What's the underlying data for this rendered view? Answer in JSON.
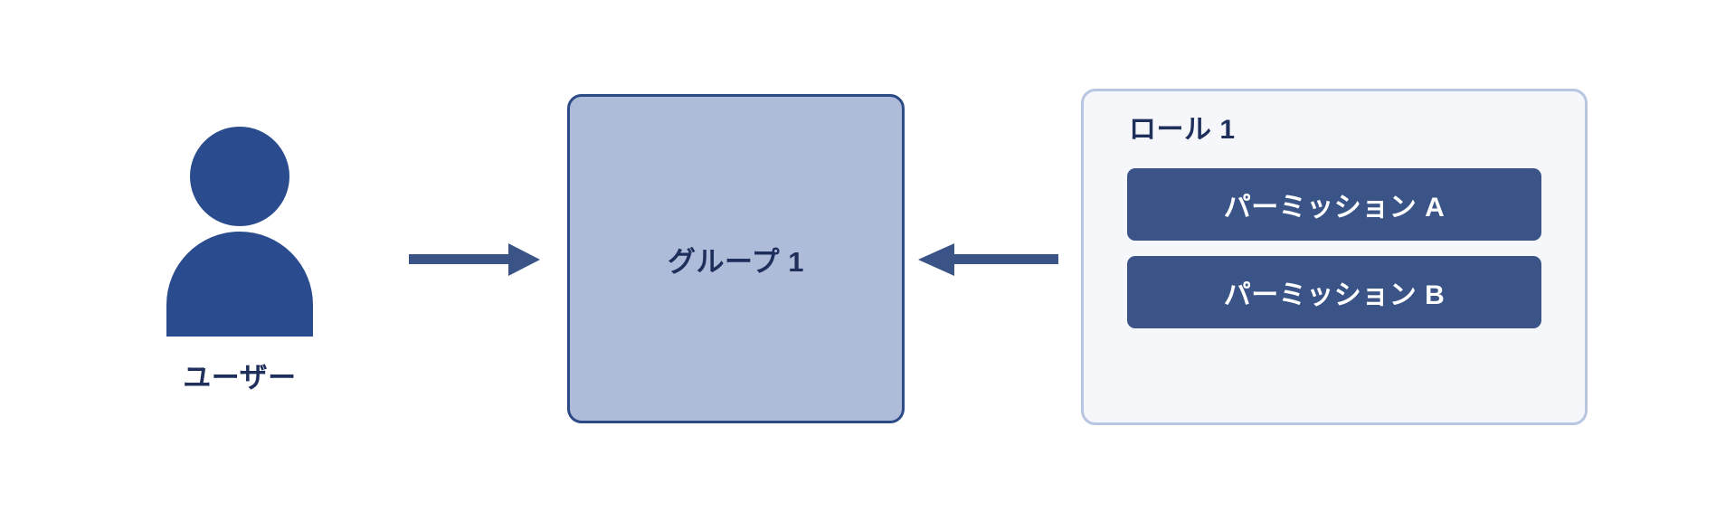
{
  "diagram": {
    "colors": {
      "actor_fill": "#2a4b8d",
      "arrow": "#3a5487",
      "group_fill": "#aebbd9",
      "group_border": "#2c4a86",
      "card_fill": "#f5f7fb",
      "card_border": "#b9c6e2",
      "chip_fill": "#3a5487",
      "chip_text": "#ffffff",
      "heading_text": "#1f2f5c",
      "background": "#ffffff"
    },
    "user": {
      "icon_name": "user-person-icon",
      "label": "ユーザー"
    },
    "arrows": [
      {
        "name": "arrow-user-to-group",
        "direction": "right",
        "from": "ユーザー",
        "to": "グループ 1"
      },
      {
        "name": "arrow-role-to-group",
        "direction": "left",
        "from": "ロール 1",
        "to": "グループ 1"
      }
    ],
    "group": {
      "label": "グループ 1"
    },
    "role": {
      "title": "ロール 1",
      "permissions": [
        {
          "label": "パーミッション A"
        },
        {
          "label": "パーミッション B"
        }
      ]
    }
  }
}
